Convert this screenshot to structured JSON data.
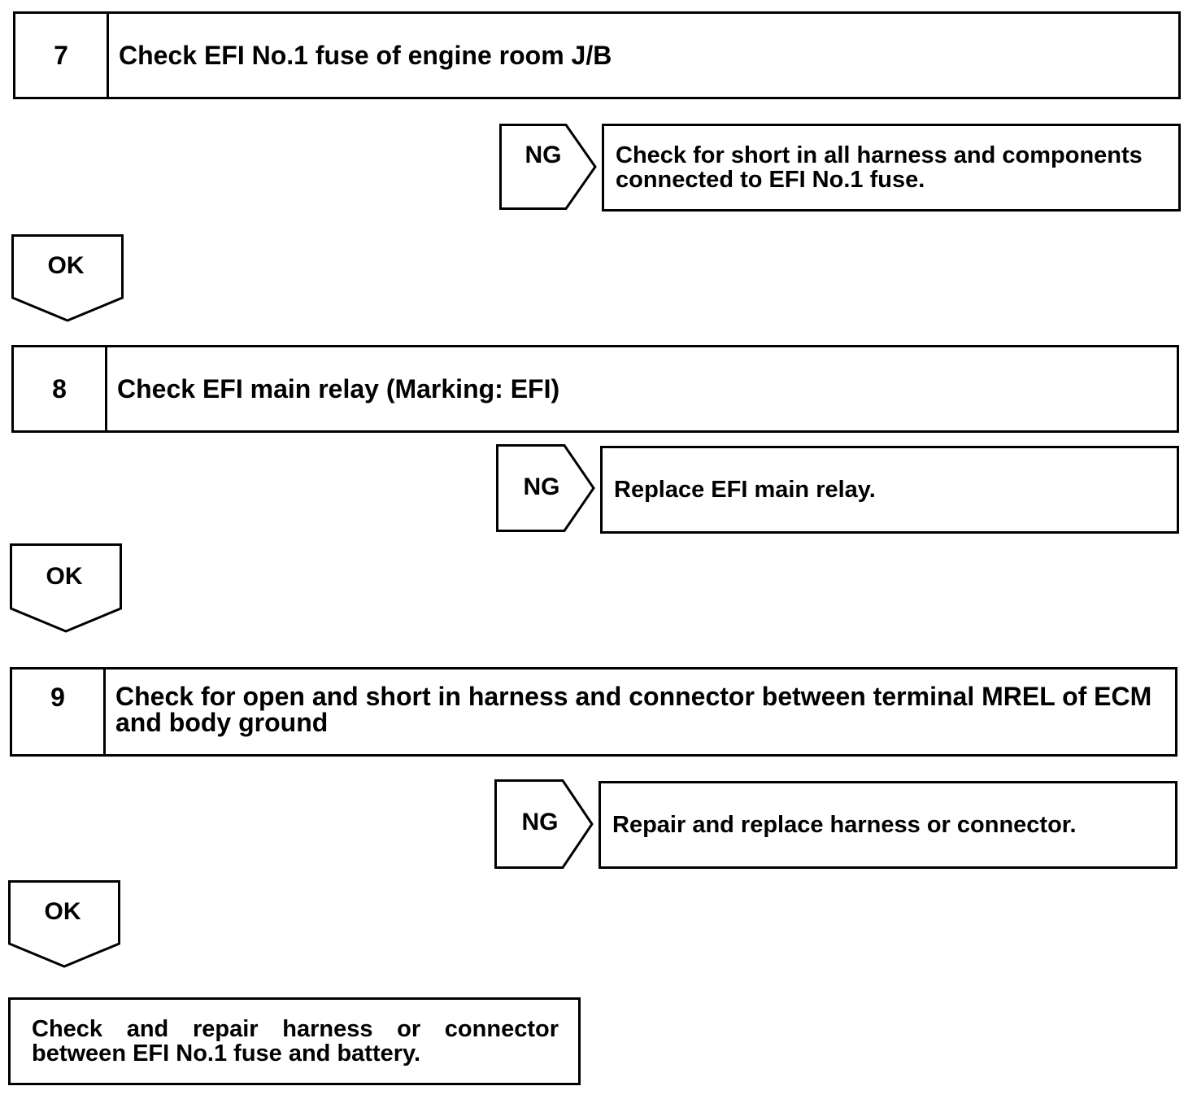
{
  "steps": [
    {
      "number": "7",
      "text": "Check EFI No.1 fuse of engine room J/B"
    },
    {
      "number": "8",
      "text": "Check EFI main relay (Marking: EFI)"
    },
    {
      "number": "9",
      "text": "Check for open and short in harness and connector between terminal MREL of ECM and body ground"
    }
  ],
  "ng_branches": [
    {
      "label": "NG",
      "action": "Check for short in all harness and components connected to EFI No.1 fuse."
    },
    {
      "label": "NG",
      "action": "Replace EFI main relay."
    },
    {
      "label": "NG",
      "action": "Repair and replace harness or connector."
    }
  ],
  "ok_labels": [
    "OK",
    "OK",
    "OK"
  ],
  "final_action": "Check and repair harness or connector between EFI No.1 fuse and battery."
}
